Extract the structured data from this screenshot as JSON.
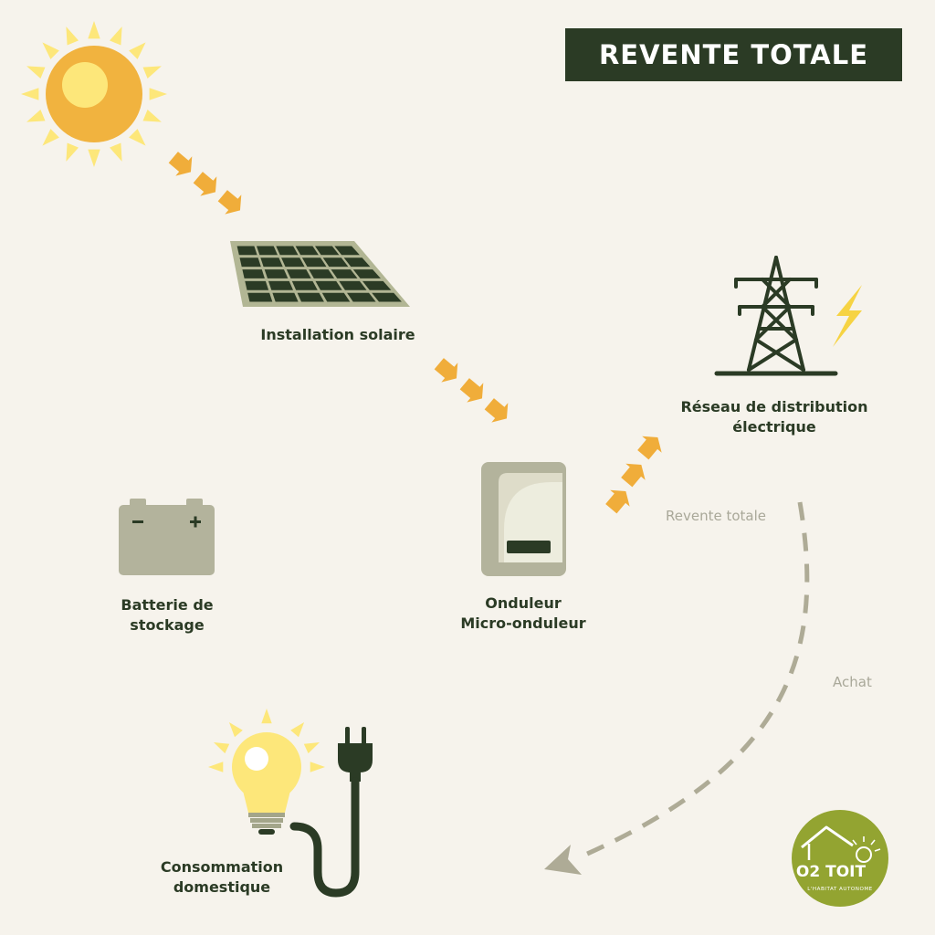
{
  "title": "REVENTE TOTALE",
  "labels": {
    "solar": "Installation solaire",
    "grid_line1": "Réseau de distribution",
    "grid_line2": "électrique",
    "battery_line1": "Batterie de",
    "battery_line2": "stockage",
    "inverter_line1": "Onduleur",
    "inverter_line2": "Micro-onduleur",
    "consumption_line1": "Consommation",
    "consumption_line2": "domestique"
  },
  "flows": {
    "sale": "Revente totale",
    "purchase": "Achat"
  },
  "logo": {
    "text": "O2 TOIT",
    "tagline": "L'HABITAT AUTONOME"
  },
  "icons": [
    "sun-icon",
    "solar-panel-icon",
    "pylon-icon",
    "lightning-icon",
    "battery-icon",
    "inverter-icon",
    "light-bulb-icon",
    "plug-icon",
    "flow-arrow-icon"
  ],
  "colors": {
    "background": "#f6f3ec",
    "dark_green": "#2b3b25",
    "arrow_orange": "#f0ad3a",
    "sun_yellow": "#fde77a",
    "grey_equipment": "#b3b39c",
    "dashed_line": "#aeab96",
    "logo_green": "#93a431"
  }
}
